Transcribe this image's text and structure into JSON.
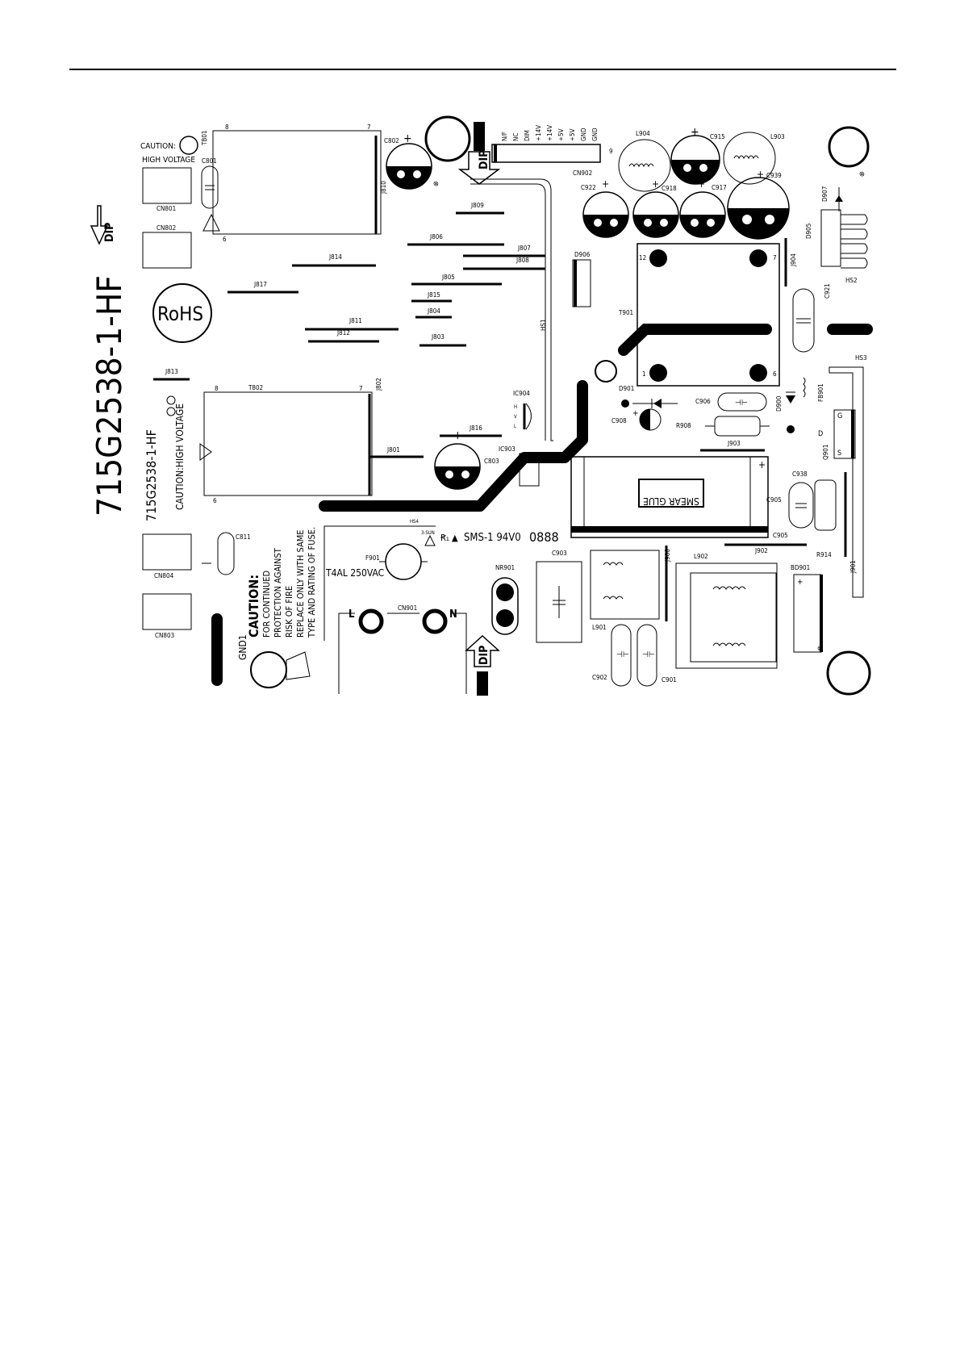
{
  "board": {
    "part_number": "715G2538-1-HF",
    "part_number_small": "715G2538-1-HF",
    "rohs": "RoHS",
    "dip_label": "DIP",
    "caution_hv_1": "CAUTION:",
    "caution_hv_2": "HIGH VOLTAGE",
    "caution_hv_inline": "CAUTION:HIGH VOLTAGE",
    "fuse_caution": {
      "title": "CAUTION:",
      "lines": [
        "FOR CONTINUED",
        "PROTECTION AGAINST",
        "RISK OF FIRE",
        "REPLACE ONLY WITH SAME",
        "TYPE AND RATING OF FUSE."
      ]
    },
    "fuse_rating": "T4AL 250VAC",
    "pcb_marking": "SMS-1 94V0",
    "smear_glue": "SMEAR GLUE",
    "sun_mark": "3-SUN",
    "line_label": "L",
    "neutral_label": "N",
    "pin_numbers": {
      "n8": "8",
      "n7": "7",
      "n6": "6",
      "n1": "1",
      "n12": "12",
      "n9": "9",
      "ic_h": "H",
      "ic_v": "V",
      "ic_l": "L",
      "g": "G",
      "d": "D",
      "s": "S"
    },
    "connector_pins": [
      "N/F",
      "NC",
      "DIM",
      "+14V",
      "+14V",
      "+5V",
      "+5V",
      "GND",
      "GND"
    ]
  },
  "refs": {
    "TB01": "TB01",
    "C801": "C801",
    "C802": "C802",
    "CN801": "CN801",
    "CN802": "CN802",
    "J810": "J810",
    "J809": "J809",
    "J806": "J806",
    "J807": "J807",
    "J808": "J808",
    "J805": "J805",
    "J815": "J815",
    "J804": "J804",
    "J814": "J814",
    "J817": "J817",
    "J811": "J811",
    "J812": "J812",
    "J803": "J803",
    "J813": "J813",
    "J802": "J802",
    "T802": "T802",
    "J816": "J816",
    "J801": "J801",
    "C803": "C803",
    "IC903": "IC903",
    "IC904": "IC904",
    "HS1": "HS1",
    "HS4": "HS4",
    "C811": "C811",
    "CN804": "CN804",
    "CN803": "CN803",
    "GND1": "GND1",
    "F901": "F901",
    "CN901": "CN901",
    "NR901": "NR901",
    "CN902": "CN902",
    "L904": "L904",
    "C915": "C915",
    "L903": "L903",
    "C939": "C939",
    "C922": "C922",
    "C918": "C918",
    "C917": "C917",
    "D907": "D907",
    "D905": "D905",
    "HS2": "HS2",
    "D906": "D906",
    "J904": "J904",
    "T901": "T901",
    "C921": "C921",
    "HS3": "HS3",
    "D901": "D901",
    "C906": "C906",
    "D900": "D900",
    "FB901": "FB901",
    "C908": "C908",
    "R908": "R908",
    "J903": "J903",
    "Q901": "Q901",
    "C938": "C938",
    "C905": "C905",
    "R914": "R914",
    "J901": "J901",
    "J902": "J902",
    "C903": "C903",
    "J906": "J906",
    "L902": "L902",
    "BD901": "BD901",
    "L901": "L901",
    "C902": "C902",
    "C901": "C901"
  }
}
